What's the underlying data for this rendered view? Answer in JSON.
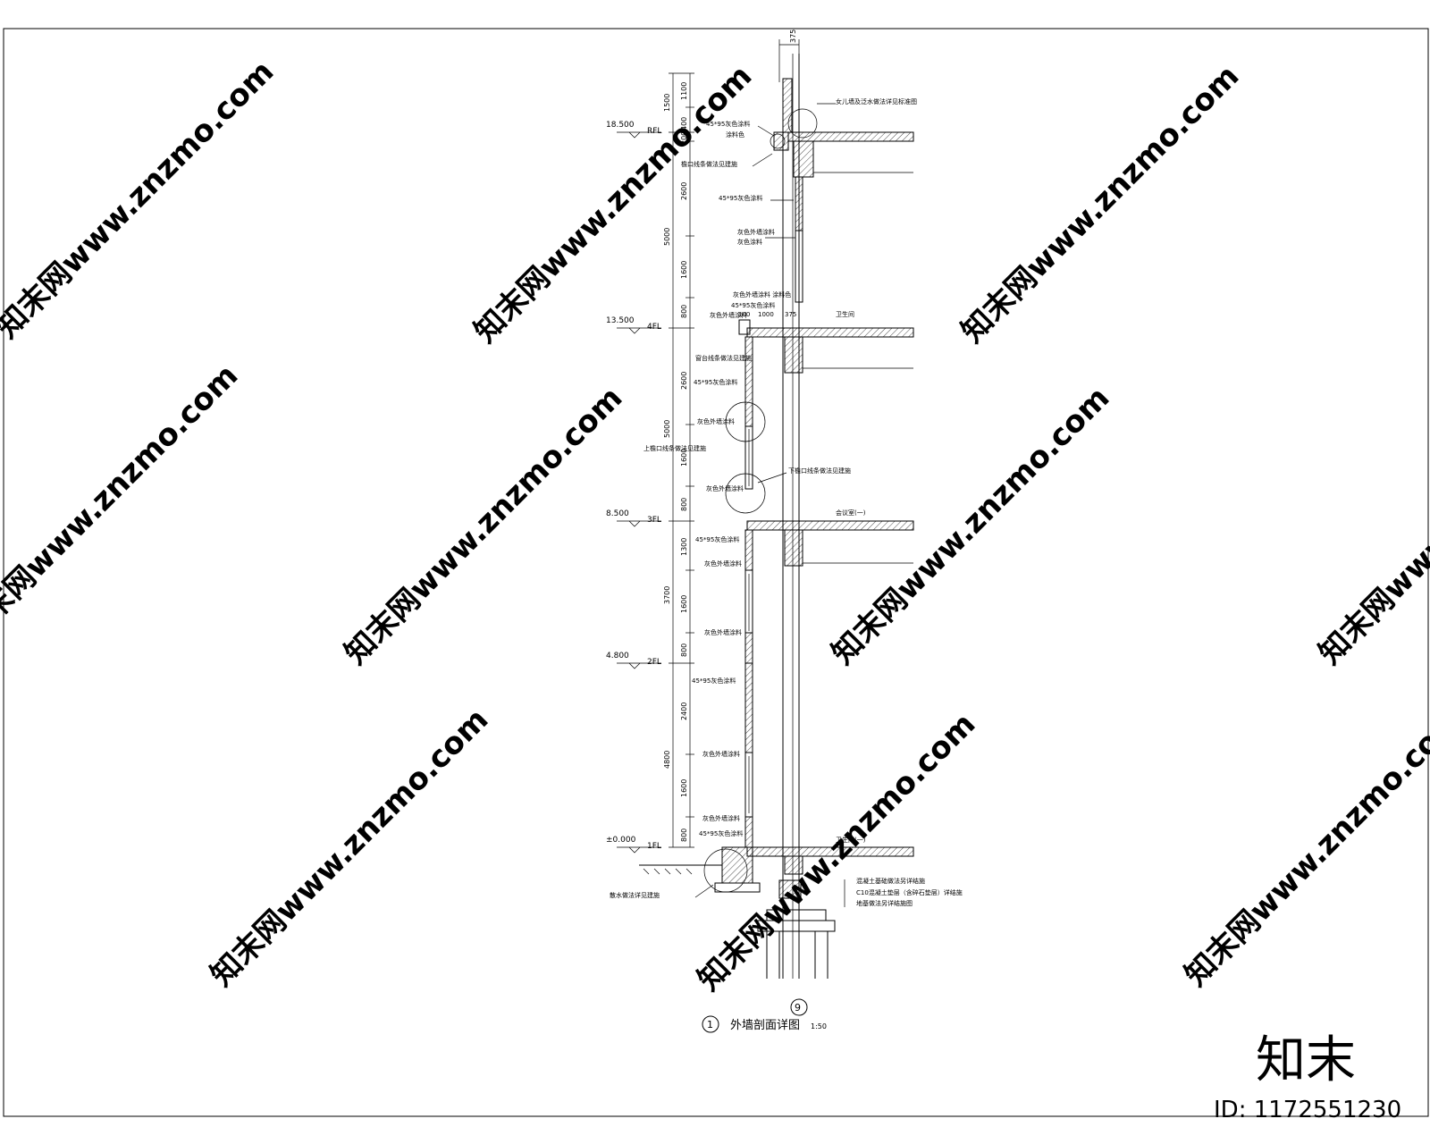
{
  "drawing": {
    "title_number": "1",
    "title": "外墙剖面详图",
    "scale": "1:50",
    "axis_label": "9",
    "top_dimension": "375"
  },
  "levels": [
    {
      "elev": "18.500",
      "name": "RFL"
    },
    {
      "elev": "13.500",
      "name": "4FL"
    },
    {
      "elev": "8.500",
      "name": "3FL"
    },
    {
      "elev": "4.800",
      "name": "2FL"
    },
    {
      "elev": "±0.000",
      "name": "1FL"
    }
  ],
  "dims_inner": [
    "1100",
    "400",
    "200",
    "2600",
    "1600",
    "800",
    "2600",
    "1600",
    "800",
    "1300",
    "1600",
    "800",
    "2400",
    "1600",
    "800"
  ],
  "dims_outer": [
    "1500",
    "5000",
    "5000",
    "3700",
    "4800"
  ],
  "notes": {
    "n1": "女儿墙及泛水做法详见标准图",
    "n2": "45*95灰色涂料",
    "n3": "涂料色",
    "n4": "檐口线条做法见建施",
    "n5": "45*95灰色涂料",
    "n6": "灰色外墙涂料",
    "n7": "灰色涂料",
    "n8": "灰色外墙涂料 涂料色",
    "n9": "45*95灰色涂料",
    "n10": "灰色外墙涂料",
    "n11": "窗台线条做法见建施",
    "n12": "45*95灰色涂料",
    "n13": "灰色外墙涂料",
    "n14": "上檐口线条做法见建施",
    "n15": "下檐口线条做法见建施",
    "n16": "灰色外墙涂料",
    "n17": "45*95灰色涂料",
    "n18": "灰色外墙涂料",
    "n19": "灰色外墙涂料",
    "n20": "45*95灰色涂料",
    "n21": "灰色外墙涂料",
    "n22": "灰色外墙涂料",
    "n23": "45*95灰色涂料",
    "n24": "散水做法详见建施",
    "n25": "混凝土基础做法另详结施",
    "n26": "C10混凝土垫层（含碎石垫层）详结施",
    "n27": "地基做法另详结施图",
    "n28": "100",
    "n29": "1000",
    "n30": "375"
  },
  "rooms": [
    {
      "label": "卫生间"
    },
    {
      "label": "会议室(一)"
    },
    {
      "label": "卫生间(一)"
    }
  ],
  "watermarks": {
    "site": "知末网www.znzmo.com",
    "logo": "知末",
    "id": "ID: 1172551230"
  }
}
